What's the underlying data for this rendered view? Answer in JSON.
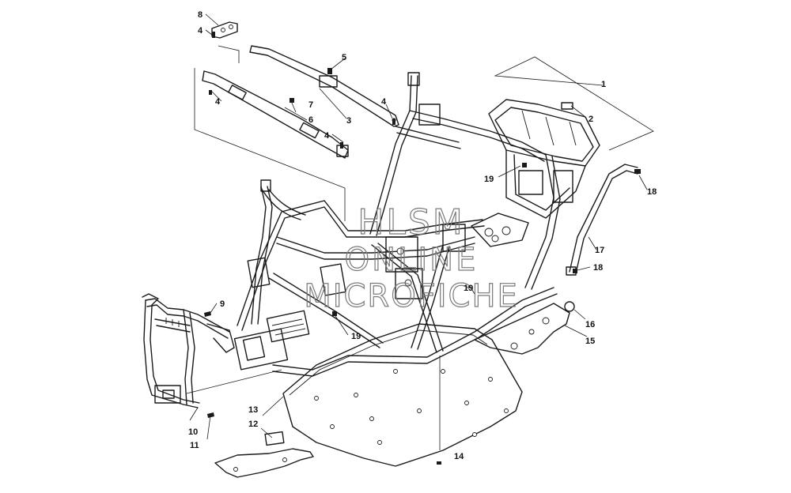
{
  "callouts": [
    {
      "id": "c1",
      "label": "1"
    },
    {
      "id": "c2",
      "label": "2"
    },
    {
      "id": "c3",
      "label": "3"
    },
    {
      "id": "c4a",
      "label": "4"
    },
    {
      "id": "c4b",
      "label": "4"
    },
    {
      "id": "c4c",
      "label": "4"
    },
    {
      "id": "c4d",
      "label": "4"
    },
    {
      "id": "c5",
      "label": "5"
    },
    {
      "id": "c6",
      "label": "6"
    },
    {
      "id": "c7",
      "label": "7"
    },
    {
      "id": "c8",
      "label": "8"
    },
    {
      "id": "c9",
      "label": "9"
    },
    {
      "id": "c10",
      "label": "10"
    },
    {
      "id": "c11",
      "label": "11"
    },
    {
      "id": "c12",
      "label": "12"
    },
    {
      "id": "c13",
      "label": "13"
    },
    {
      "id": "c14",
      "label": "14"
    },
    {
      "id": "c15",
      "label": "15"
    },
    {
      "id": "c16",
      "label": "16"
    },
    {
      "id": "c17",
      "label": "17"
    },
    {
      "id": "c18a",
      "label": "18"
    },
    {
      "id": "c18b",
      "label": "18"
    },
    {
      "id": "c19a",
      "label": "19"
    },
    {
      "id": "c19b",
      "label": "19"
    },
    {
      "id": "c19c",
      "label": "19"
    }
  ],
  "watermark": {
    "line1": "HLSM",
    "line2": "ONLINE",
    "line3": "MICROFICHE"
  }
}
